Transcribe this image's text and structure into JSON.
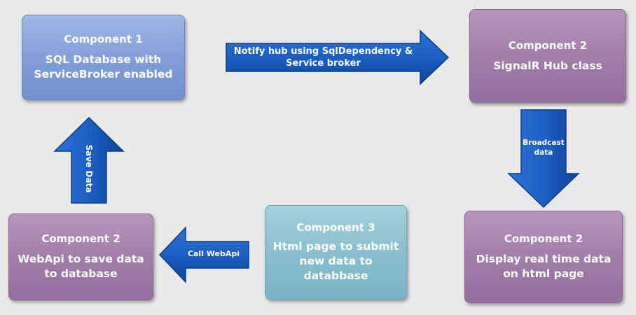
{
  "boxes": {
    "sql": {
      "title": "Component 1",
      "line1": "SQL Database with",
      "line2": "ServiceBroker enabled"
    },
    "hub": {
      "title": "Component 2",
      "line1": "SignalR Hub class"
    },
    "display": {
      "title": "Component 2",
      "line1": "Display  real time data",
      "line2": "on html page"
    },
    "html_page": {
      "title": "Component 3",
      "line1": "Html page to submit",
      "line2": "new data to",
      "line3": "databbase"
    },
    "webapi": {
      "title": "Component 2",
      "line1": "WebApi to save data",
      "line2": "to database"
    }
  },
  "arrows": {
    "notify": {
      "line1": "Notify hub using SqlDependency &",
      "line2": "Service broker"
    },
    "broadcast": {
      "line1": "Broadcast",
      "line2": "data"
    },
    "call_webapi": {
      "label": "Call WebApi"
    },
    "save_data": {
      "label": "Save Data"
    }
  },
  "colors": {
    "arrow_fill": "#1f5fc4",
    "arrow_stroke": "#0c3a86"
  }
}
